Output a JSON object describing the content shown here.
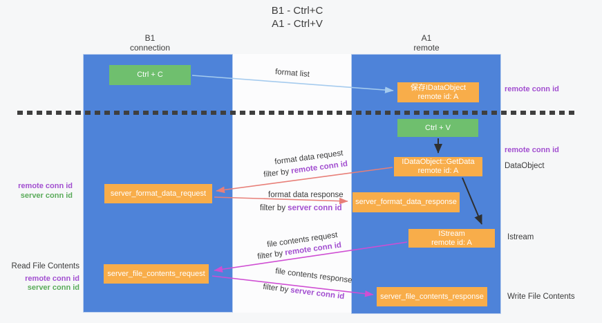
{
  "title": {
    "line1": "B1 - Ctrl+C",
    "line2": "A1 - Ctrl+V"
  },
  "columns": {
    "b1": {
      "title": "B1",
      "subtitle": "connection"
    },
    "a1": {
      "title": "A1",
      "subtitle": "remote"
    }
  },
  "boxes": {
    "ctrl_c": {
      "label": "Ctrl + C"
    },
    "save_dataobject": {
      "line1": "保存IDataObject",
      "line2": "remote id: A"
    },
    "ctrl_v": {
      "label": "Ctrl + V"
    },
    "getdata": {
      "line1": "IDataObject::GetData",
      "line2": "remote id: A"
    },
    "format_request": {
      "label": "server_format_data_request"
    },
    "format_response": {
      "label": "server_format_data_response"
    },
    "istream": {
      "line1": "IStream",
      "line2": "remote id: A"
    },
    "file_request": {
      "label": "server_file_contents_request"
    },
    "file_response": {
      "label": "server_file_contents_response"
    }
  },
  "edge_labels": {
    "format_list": "format list",
    "format_data_request": "format data request",
    "format_data_response": "format data response",
    "file_contents_request": "file contents request",
    "file_contents_response": "file contents response",
    "filter_by": "filter by",
    "remote_conn_id": "remote conn id",
    "server_conn_id": "server conn id"
  },
  "side_labels": {
    "right": {
      "remote_conn_id_top": "remote conn id",
      "remote_conn_id_mid": "remote conn id",
      "dataobject": "DataObject",
      "istream": "Istream",
      "write_file_contents": "Write File Contents"
    },
    "left": {
      "remote_conn_id": "remote conn id",
      "server_conn_id": "server conn id",
      "read_file_contents": "Read File Contents"
    }
  },
  "colors": {
    "column_blue": "#4e83d9",
    "box_orange": "#f8ad4a",
    "box_green": "#6fbf6e",
    "arrow_light_blue": "#a5cbee",
    "arrow_red": "#e87f78",
    "arrow_magenta": "#cf4ed3",
    "arrow_black": "#2f2f2f",
    "label_purple": "#a24fd0",
    "label_green": "#5aab5a"
  }
}
